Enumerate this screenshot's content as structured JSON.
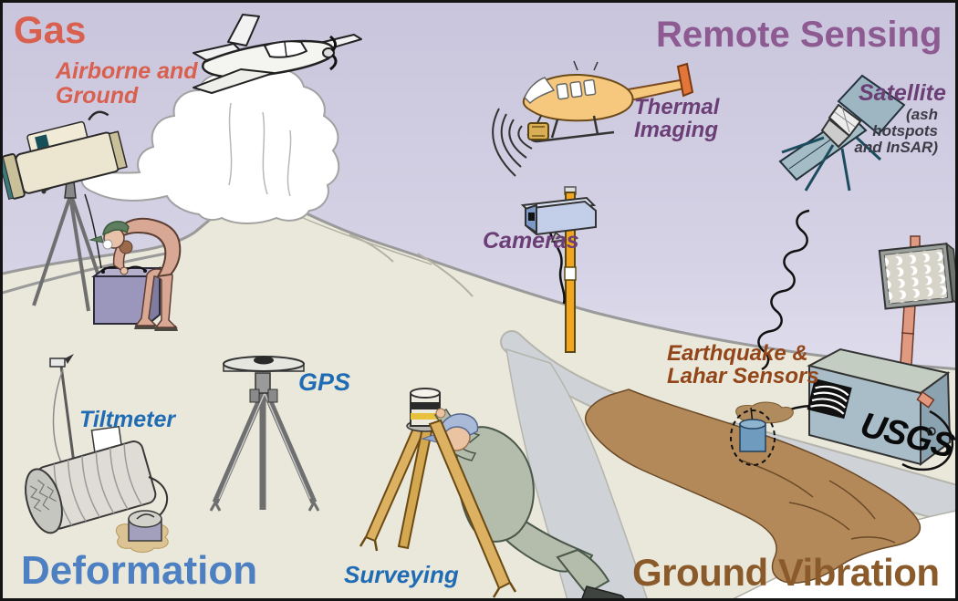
{
  "sections": {
    "gas": {
      "title": "Gas",
      "subtitle": "Airborne and\nGround",
      "color": "#d95f4e"
    },
    "remote_sensing": {
      "title": "Remote Sensing",
      "color": "#8d5a92",
      "label_color": "#6b3f76",
      "note_color": "#3c3c46",
      "thermal_label": "Thermal\nImaging",
      "cameras_label": "Cameras",
      "satellite_label": "Satellite",
      "satellite_note": "(ash hotspots\nand InSAR)"
    },
    "deformation": {
      "title": "Deformation",
      "color": "#4d80c2",
      "label_color": "#1f6cb5",
      "tiltmeter_label": "Tiltmeter",
      "gps_label": "GPS",
      "surveying_label": "Surveying"
    },
    "ground_vibration": {
      "title": "Ground Vibration",
      "color": "#8a5a2b",
      "label_color": "#93451a",
      "sensors_label": "Earthquake &\nLahar Sensors"
    }
  },
  "equipment": {
    "usgs_box_label": "USGS"
  },
  "illustrations": [
    "airplane",
    "gas-plume",
    "volcano",
    "gas-spectrometer",
    "scientist-gas",
    "battery-box",
    "helicopter",
    "thermal-camera",
    "satellite",
    "web-camera",
    "solar-panel",
    "usgs-telemetry-box",
    "buried-seismometer",
    "lahar-flow",
    "stream-channel",
    "tiltmeter",
    "gps-antenna",
    "survey-theodolite",
    "surveyor"
  ]
}
